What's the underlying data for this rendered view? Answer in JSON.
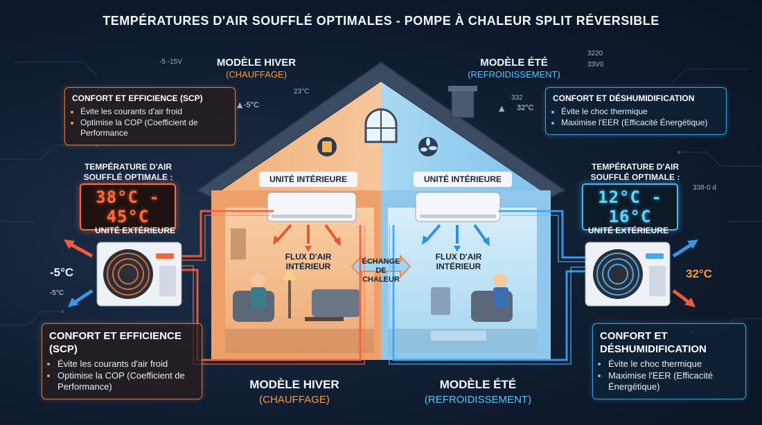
{
  "title": "TEMPÉRATURES D'AIR SOUFFLÉ OPTIMALES - POMPE À CHALEUR SPLIT RÉVERSIBLE",
  "winter": {
    "mode_title": "MODÈLE HIVER",
    "mode_sub": "(CHAUFFAGE)",
    "top_box": {
      "heading": "CONFORT ET EFFICIENCE (SCP)",
      "items": [
        "Évite les courants d'air froid",
        "Optimise la COP (Coefficient de Performance"
      ]
    },
    "temp_label": "TEMPÉRATURE D'AIR SOUFFLÉ OPTIMALE :",
    "temp_range": "38°C - 45°C",
    "outdoor_label": "UNITÉ EXTÉRIEURE",
    "outdoor_temp": "-5°C",
    "outdoor_temp_small": "-5°C",
    "thermo_small": "-5°C",
    "thermo_small2": "23°C",
    "bottom_box": {
      "heading": "CONFORT ET EFFICIENCE (SCP)",
      "items": [
        "Évite les courants d'air froid",
        "Optimise la COP (Coefficient de Performance)"
      ]
    },
    "bottom_title": "MODÈLE HIVER",
    "bottom_sub": "(CHAUFFAGE)",
    "deco_text": "-5 -15V"
  },
  "summer": {
    "mode_title": "MODÈLE ÉTÉ",
    "mode_sub": "(REFROIDISSEMENT)",
    "top_box": {
      "heading": "CONFORT ET DÉSHUMIDIFICATION",
      "items": [
        "Évite le choc thermique",
        "Maximise l'EER (Efficacité Énergétique)"
      ]
    },
    "temp_label": "TEMPÉRATURE D'AIR SOUFFLÉ OPTIMALE :",
    "temp_range": "12°C - 16°C",
    "outdoor_label": "UNITÉ EXTÉRIEURE",
    "outdoor_temp": "32°C",
    "thermo_small": "32°C",
    "thermo_small2": "332",
    "bottom_box": {
      "heading": "CONFORT ET DÉSHUMIDIFICATION",
      "items": [
        "Évite le choc thermique",
        "Maximise l'EER (Efficacité Énergétique)"
      ]
    },
    "bottom_title": "MODÈLE ÉTÉ",
    "bottom_sub": "(REFROIDISSEMENT)",
    "deco_text_1": "3220",
    "deco_text_2": "33V0",
    "deco_text_3": "338-0 d"
  },
  "center": {
    "indoor_label": "UNITÉ INTÉRIEURE",
    "flux_label": "FLUX D'AIR INTÉRIEUR",
    "exchange_label": "ÉCHANGE DE CHALEUR"
  },
  "colors": {
    "heat": "#f0743a",
    "cool": "#3aa7e8",
    "heat_wall": "#f4a466",
    "cool_wall": "#8fd0f4"
  }
}
